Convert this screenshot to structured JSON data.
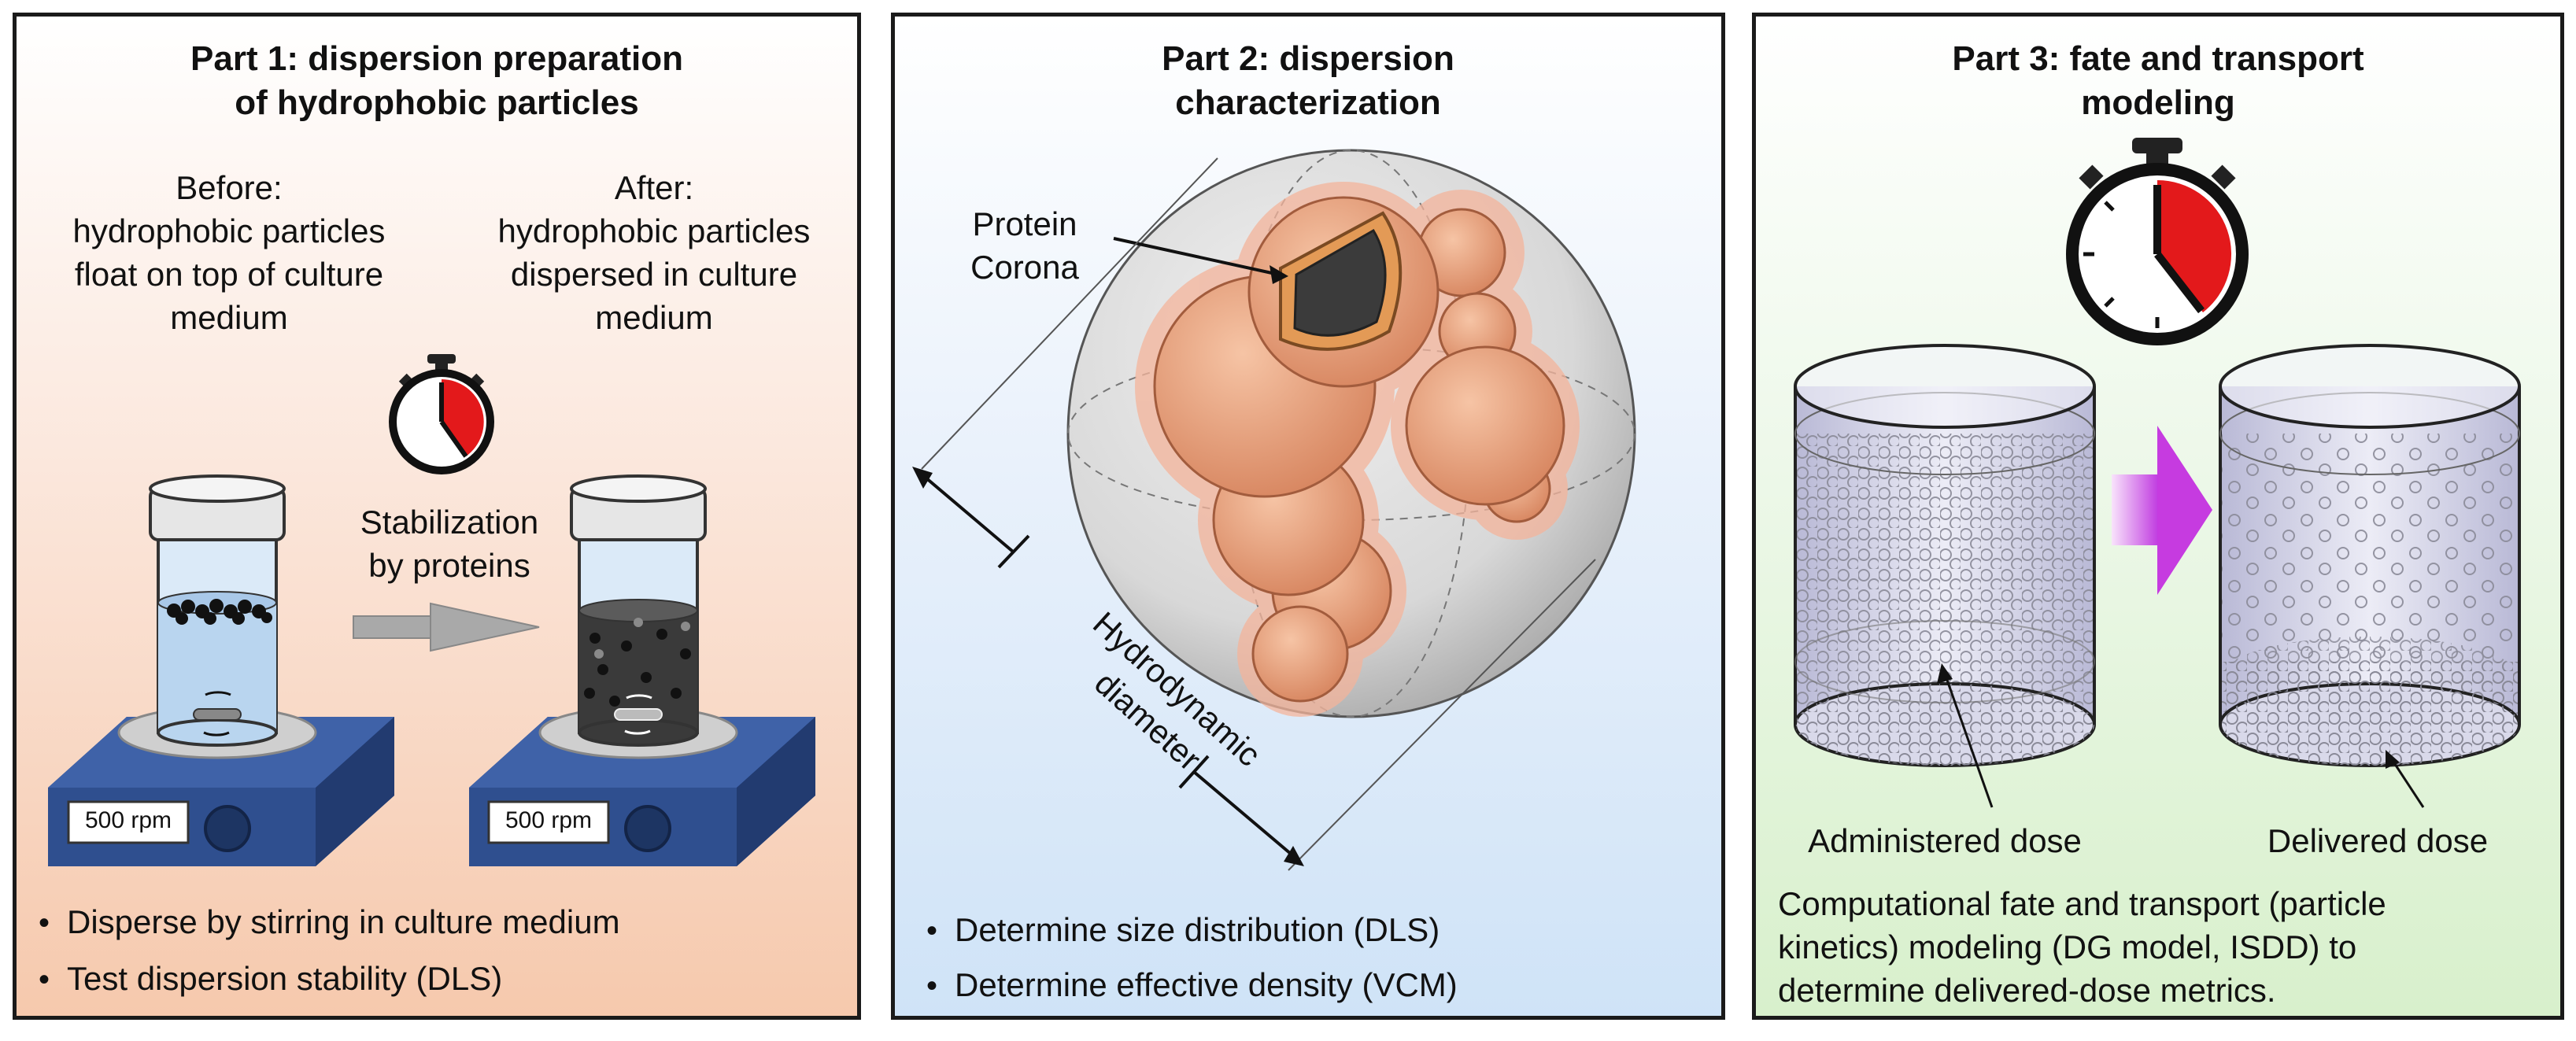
{
  "panel1": {
    "title_line1": "Part 1: dispersion preparation",
    "title_line2": "of hydrophobic particles",
    "before": [
      "Before:",
      "hydrophobic particles",
      "float on top of culture",
      "medium"
    ],
    "after": [
      "After:",
      "hydrophobic particles",
      "dispersed in culture",
      "medium"
    ],
    "arrow_label": [
      "Stabilization",
      "by proteins"
    ],
    "stirrer_label": "500 rpm",
    "bullets": [
      "Disperse by stirring in culture medium",
      "Test dispersion stability (DLS)"
    ],
    "icons": [
      "stopwatch-icon",
      "stir-bar-icon",
      "magnetic-stirrer-icon"
    ]
  },
  "panel2": {
    "title_line1": "Part 2: dispersion",
    "title_line2": "characterization",
    "corona_label": [
      "Protein",
      "Corona"
    ],
    "diameter_label": [
      "Hydrodynamic",
      "diameter"
    ],
    "bullets": [
      "Determine size distribution (DLS)",
      "Determine effective density (VCM)"
    ]
  },
  "panel3": {
    "title_line1": "Part 3: fate and transport",
    "title_line2": "modeling",
    "administered_label": "Administered dose",
    "delivered_label": "Delivered dose",
    "description": [
      "Computational fate and transport (particle",
      "kinetics) modeling (DG model, ISDD) to",
      "determine delivered-dose metrics."
    ]
  },
  "colors": {
    "panel1_bg": "#f6c9ad",
    "panel2_bg": "#cfe3f7",
    "panel3_bg": "#d8f0cc",
    "particle_orange": "#e9a17e",
    "stopwatch_red": "#e3191b",
    "stirrer_blue": "#2f4f8f",
    "arrow_magenta": "#c63be0"
  }
}
